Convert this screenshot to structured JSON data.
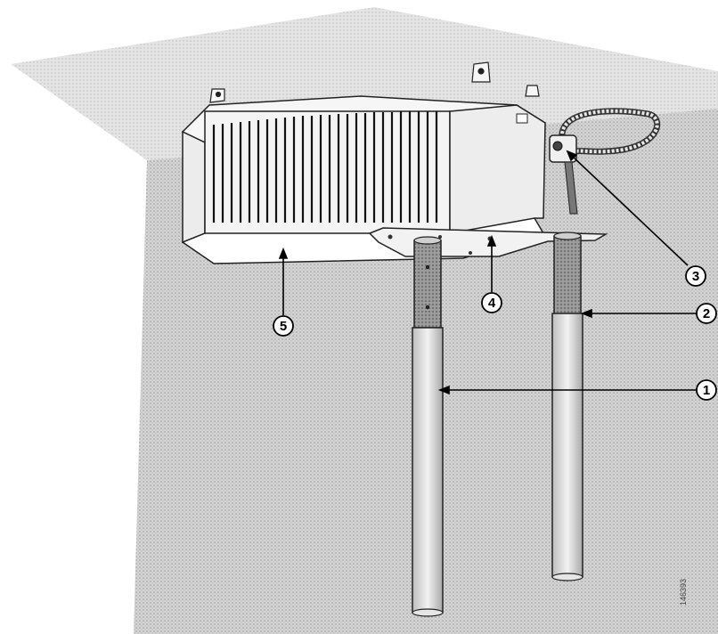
{
  "figure": {
    "figure_id": "146393",
    "callouts": [
      {
        "number": "1",
        "target": "antenna-mast-left"
      },
      {
        "number": "2",
        "target": "antenna-mast-right"
      },
      {
        "number": "3",
        "target": "cable-connector"
      },
      {
        "number": "4",
        "target": "mounting-bracket"
      },
      {
        "number": "5",
        "target": "access-point-enclosure"
      }
    ],
    "colors": {
      "background": "#ffffff",
      "wall": "#c9c9c9",
      "ceiling": "#dcdcdc",
      "enclosure": "#f4f4f4",
      "outline": "#222222"
    }
  }
}
